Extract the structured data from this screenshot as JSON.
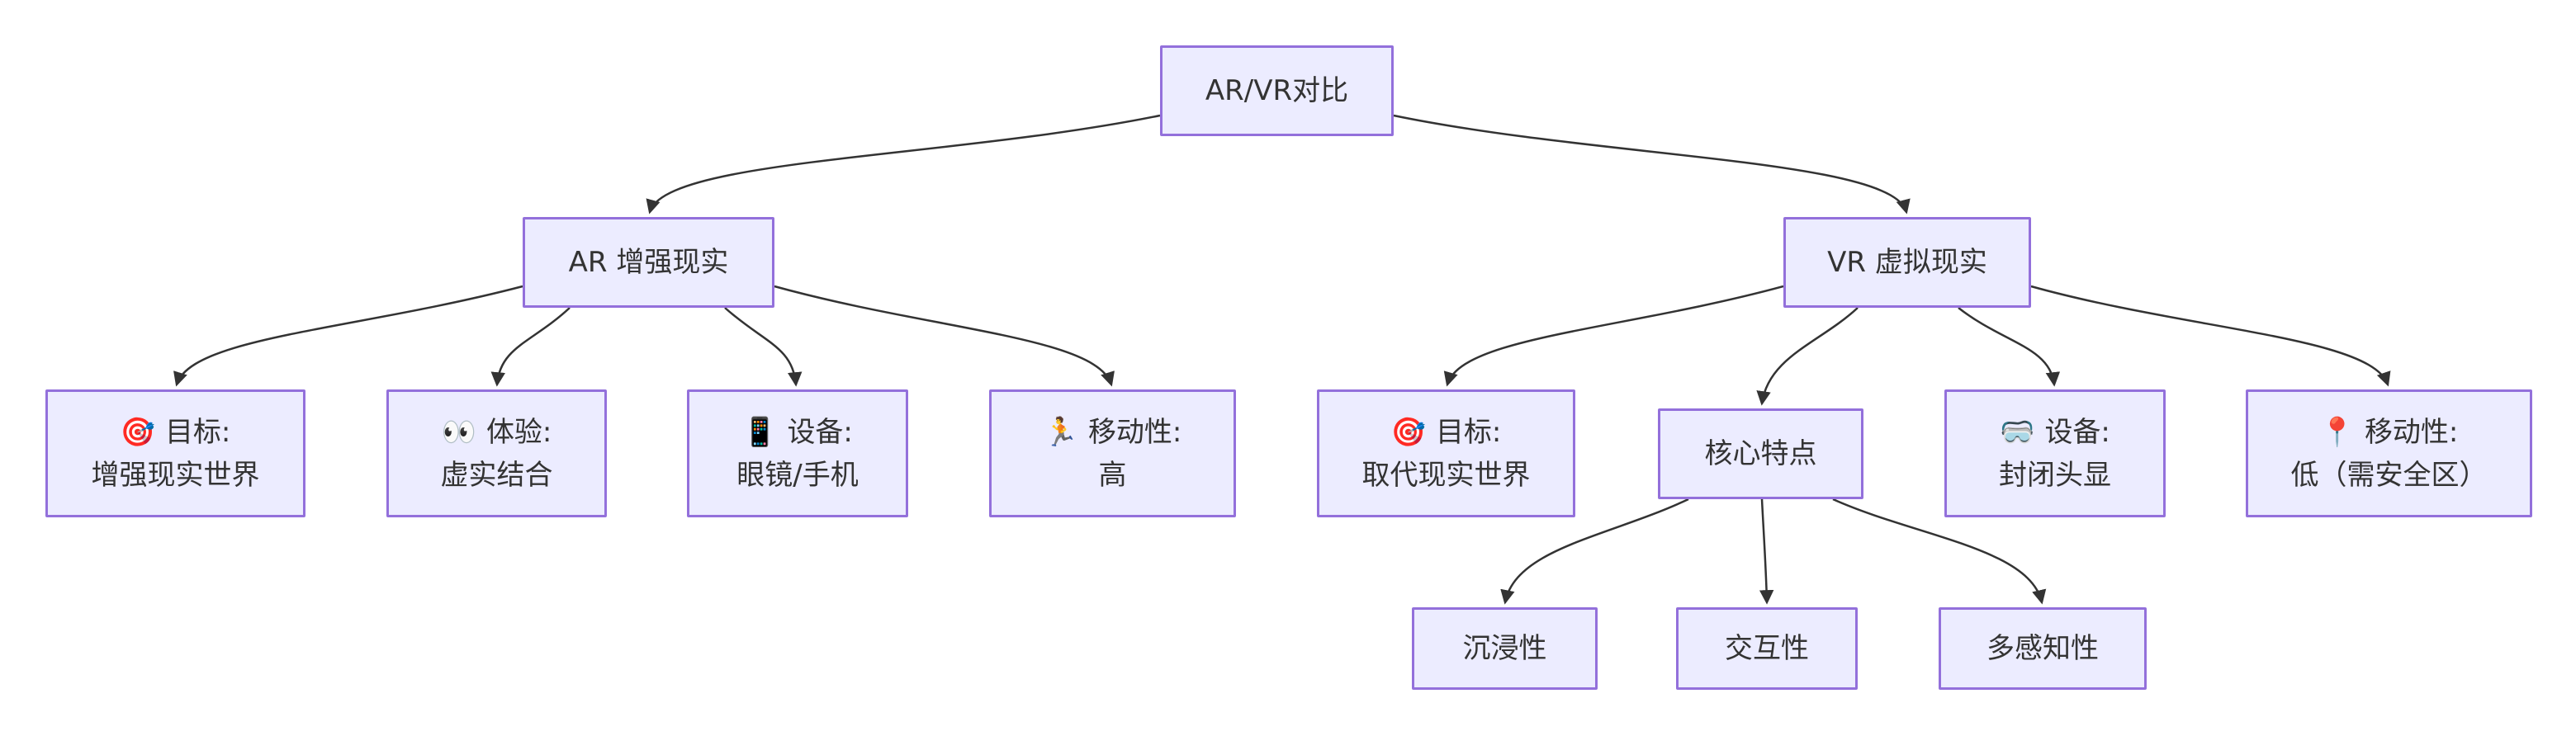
{
  "diagram": {
    "type": "flowchart",
    "direction": "top-down",
    "title": "AR/VR对比"
  },
  "colors": {
    "background": "#FFFFFF",
    "node_fill": "#ECECFF",
    "node_border": "#9370DB",
    "edge": "#333333",
    "text": "#333333"
  },
  "nodes": {
    "root": {
      "label": "AR/VR对比"
    },
    "ar": {
      "label": "AR 增强现实"
    },
    "vr": {
      "label": "VR 虚拟现实"
    },
    "ar_goal": {
      "icon": "🎯",
      "title": "目标:",
      "value": "增强现实世界"
    },
    "ar_experience": {
      "icon": "👀",
      "title": "体验:",
      "value": "虚实结合"
    },
    "ar_device": {
      "icon": "📱",
      "title": "设备:",
      "value": "眼镜/手机"
    },
    "ar_mobility": {
      "icon": "🏃",
      "title": "移动性:",
      "value": "高"
    },
    "vr_goal": {
      "icon": "🎯",
      "title": "目标:",
      "value": "取代现实世界"
    },
    "vr_core": {
      "label": "核心特点"
    },
    "vr_device": {
      "icon": "🥽",
      "title": "设备:",
      "value": "封闭头显"
    },
    "vr_mobility": {
      "icon": "📍",
      "title": "移动性:",
      "value": "低（需安全区）"
    },
    "immersion": {
      "label": "沉浸性"
    },
    "interaction": {
      "label": "交互性"
    },
    "multisense": {
      "label": "多感知性"
    }
  },
  "edges": [
    {
      "from": "AR/VR对比",
      "to": "AR 增强现实"
    },
    {
      "from": "AR/VR对比",
      "to": "VR 虚拟现实"
    },
    {
      "from": "AR 增强现实",
      "to": "🎯 目标: 增强现实世界"
    },
    {
      "from": "AR 增强现实",
      "to": "👀 体验: 虚实结合"
    },
    {
      "from": "AR 增强现实",
      "to": "📱 设备: 眼镜/手机"
    },
    {
      "from": "AR 增强现实",
      "to": "🏃 移动性: 高"
    },
    {
      "from": "VR 虚拟现实",
      "to": "🎯 目标: 取代现实世界"
    },
    {
      "from": "VR 虚拟现实",
      "to": "核心特点"
    },
    {
      "from": "VR 虚拟现实",
      "to": "🥽 设备: 封闭头显"
    },
    {
      "from": "VR 虚拟现实",
      "to": "📍 移动性: 低（需安全区）"
    },
    {
      "from": "核心特点",
      "to": "沉浸性"
    },
    {
      "from": "核心特点",
      "to": "交互性"
    },
    {
      "from": "核心特点",
      "to": "多感知性"
    }
  ]
}
